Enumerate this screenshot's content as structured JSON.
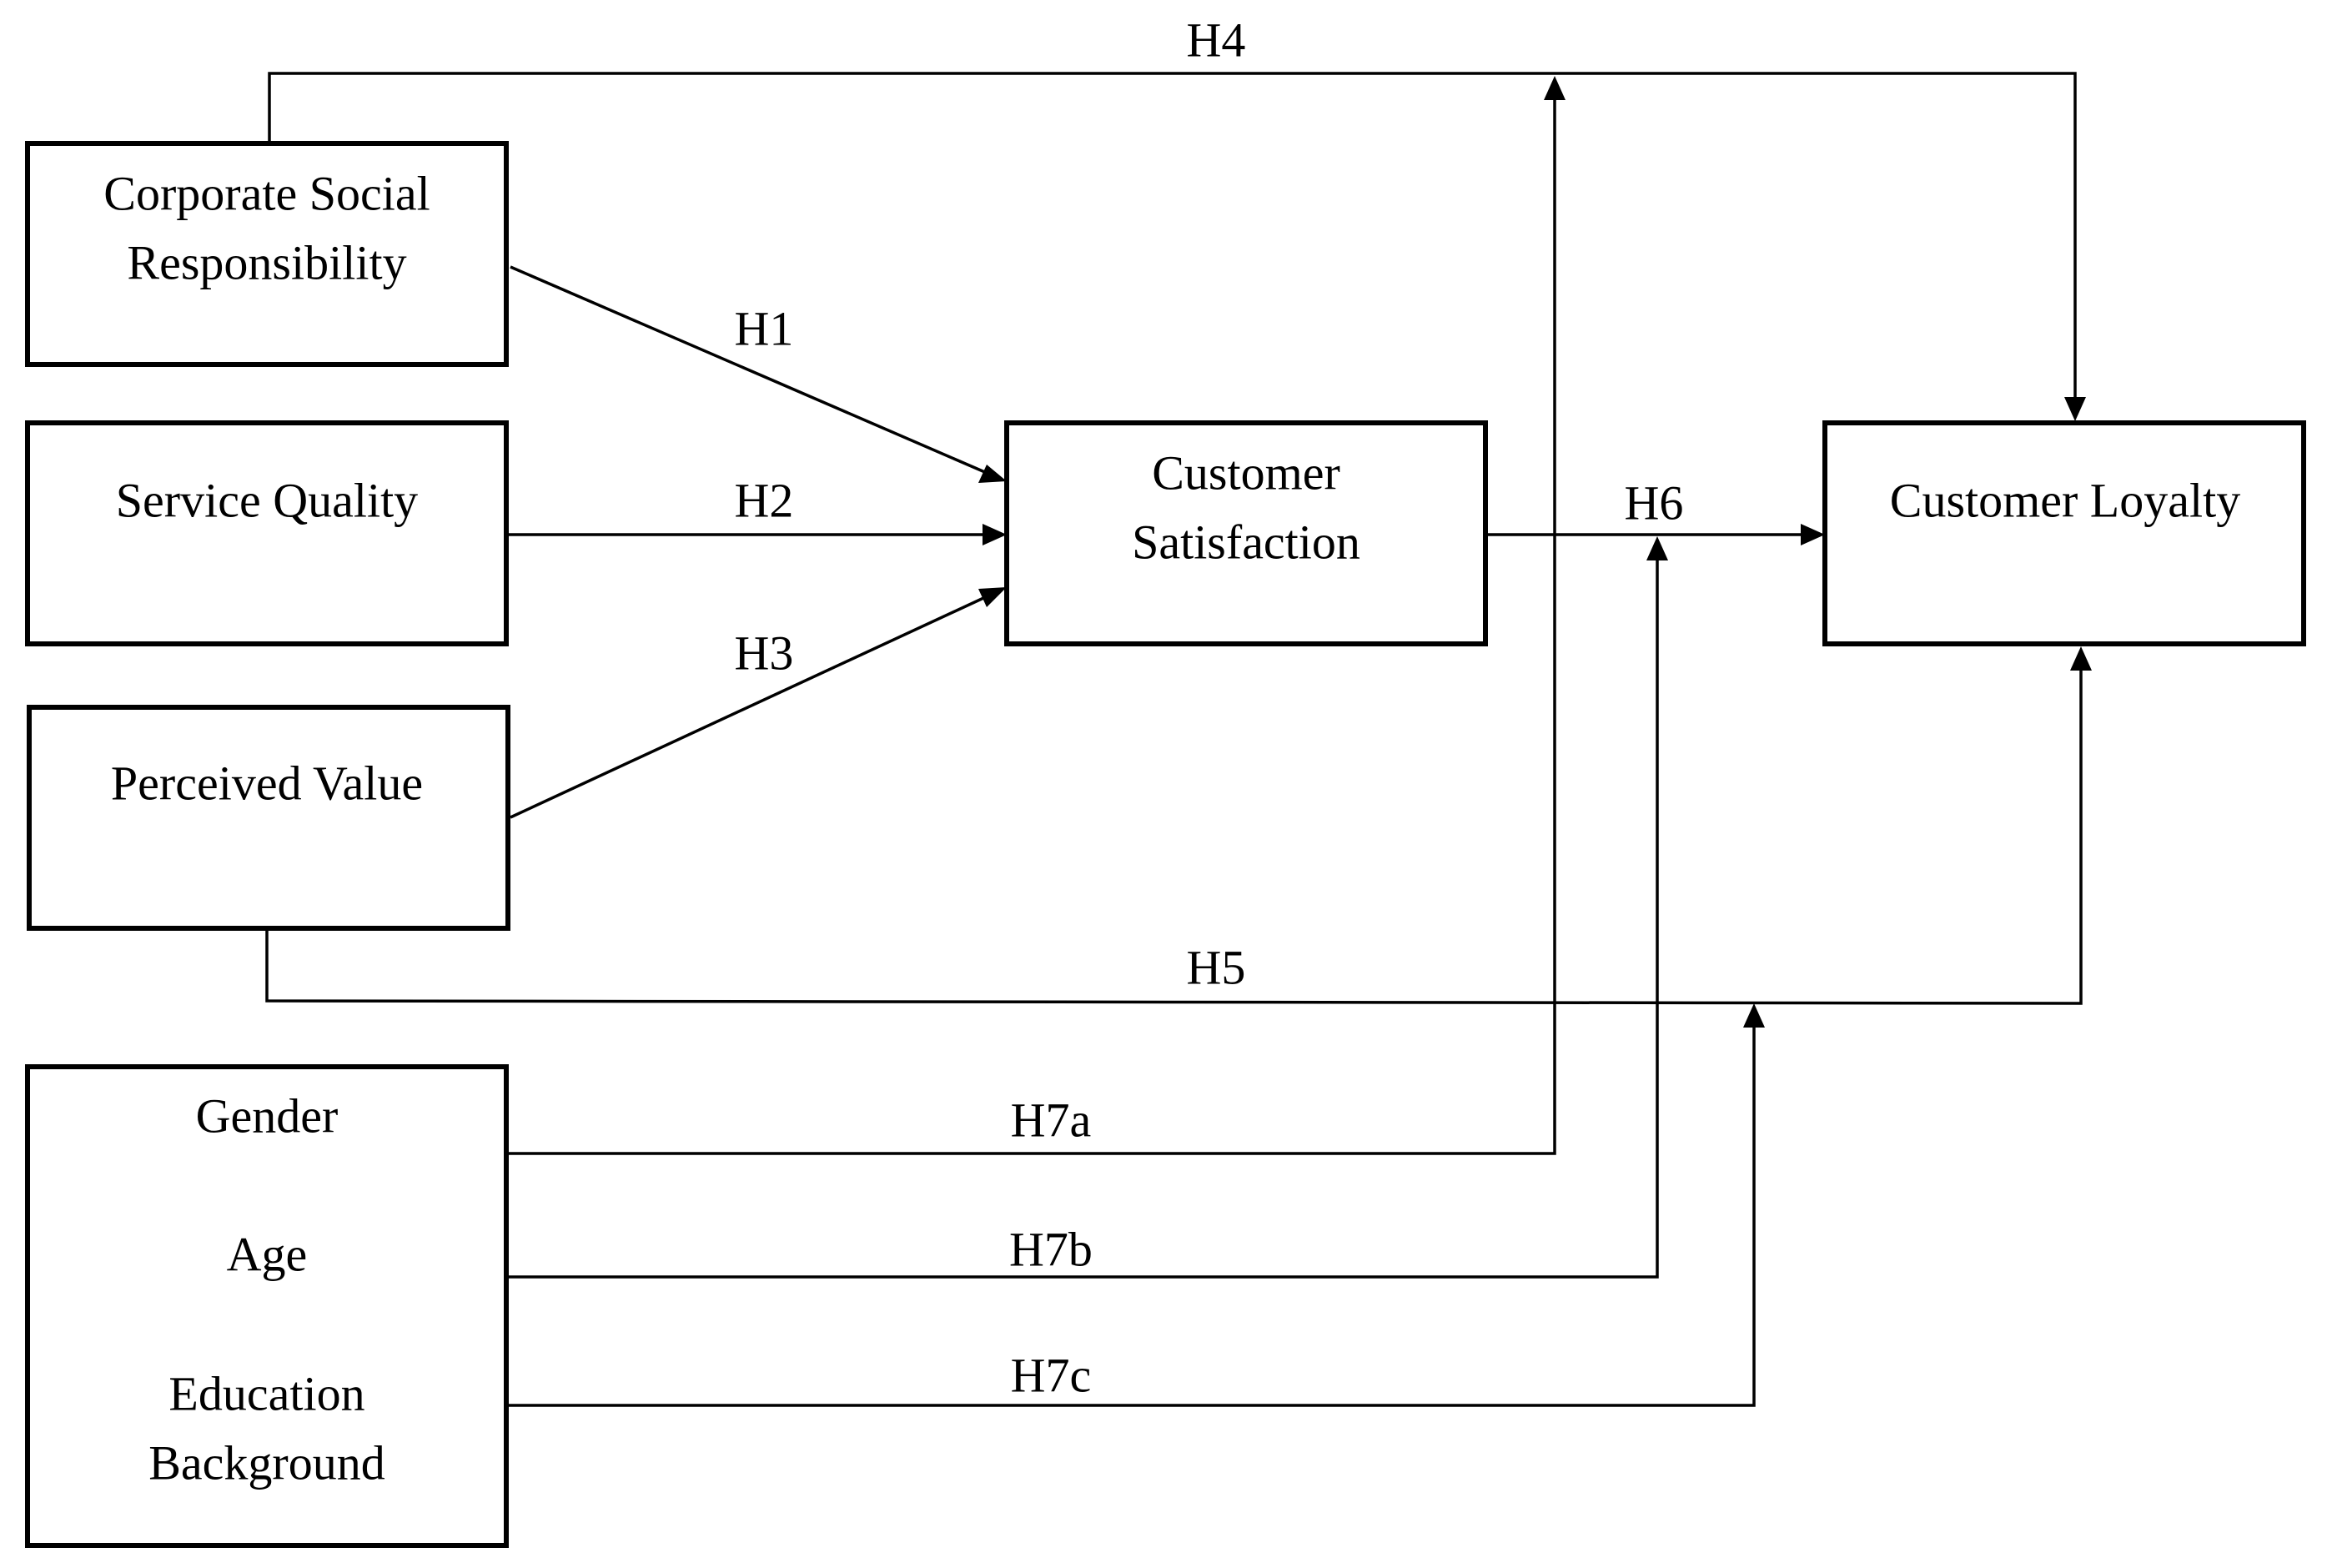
{
  "diagram": {
    "nodes": {
      "csr": {
        "lines": [
          "Corporate Social",
          "Responsibility"
        ]
      },
      "service_quality": {
        "label": "Service Quality"
      },
      "perceived_value": {
        "label": "Perceived Value"
      },
      "customer_satisfaction": {
        "lines": [
          "Customer",
          "Satisfaction"
        ]
      },
      "customer_loyalty": {
        "label": "Customer Loyalty"
      },
      "demographics": {
        "gender": "Gender",
        "age": "Age",
        "education": [
          "Education",
          "Background"
        ]
      }
    },
    "hypotheses": {
      "h1": "H1",
      "h2": "H2",
      "h3": "H3",
      "h4": "H4",
      "h5": "H5",
      "h6": "H6",
      "h7a": "H7a",
      "h7b": "H7b",
      "h7c": "H7c"
    },
    "colors": {
      "stroke": "#000000",
      "background": "#ffffff"
    }
  }
}
